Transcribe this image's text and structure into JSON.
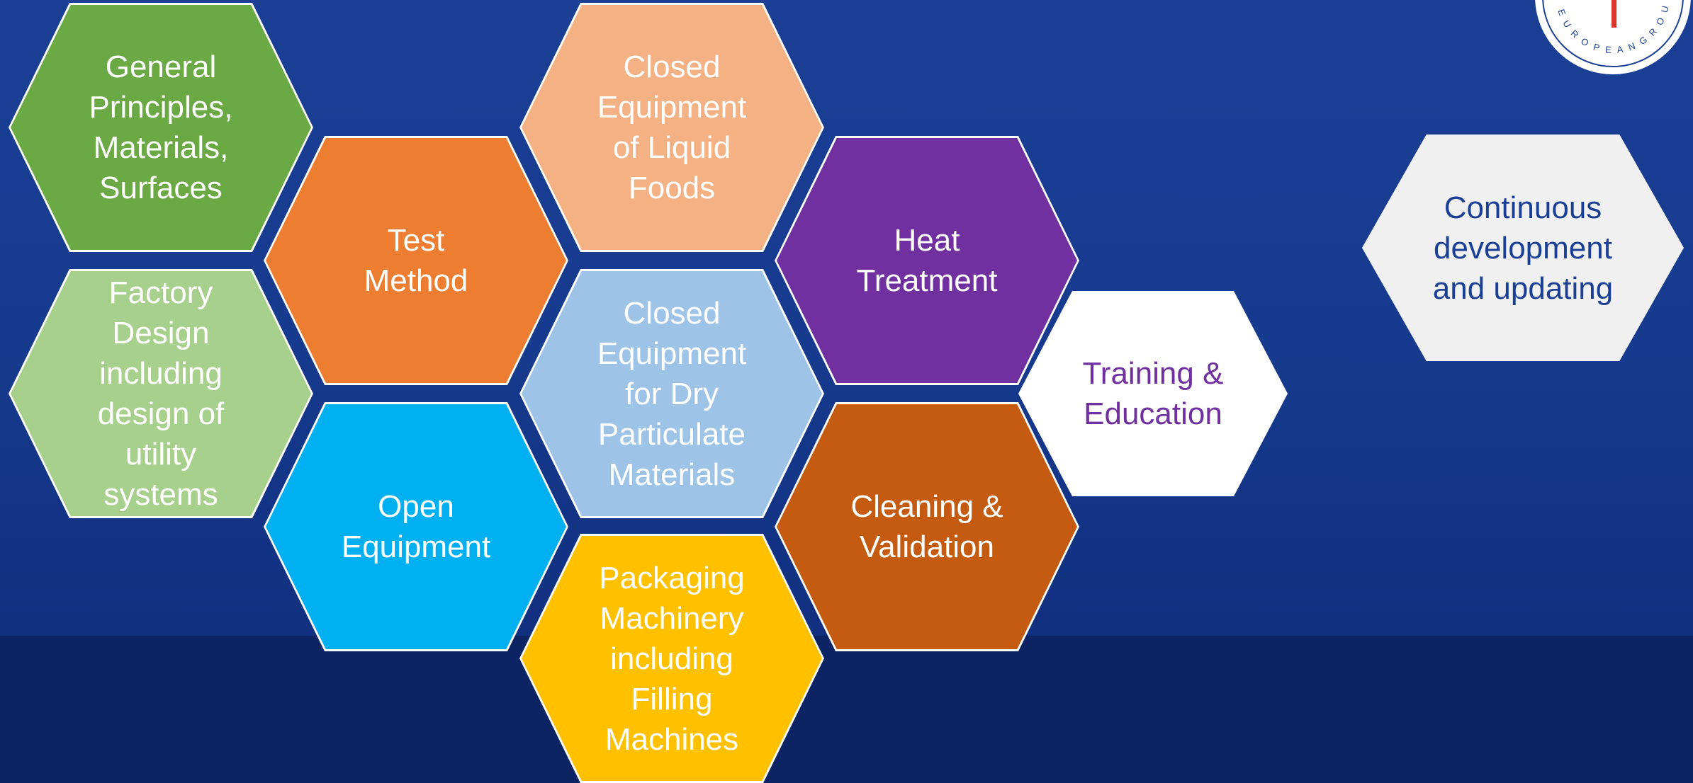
{
  "hexagons": [
    {
      "id": "general",
      "label": "General\nPrinciples,\nMaterials,\nSurfaces",
      "fill": "#6aa944",
      "text_color": "#ffffff"
    },
    {
      "id": "factory",
      "label": "Factory\nDesign\nincluding\ndesign of\nutility\nsystems",
      "fill": "#a8d08d",
      "text_color": "#ffffff"
    },
    {
      "id": "test",
      "label": "Test\nMethod",
      "fill": "#ed7d31",
      "text_color": "#ffffff"
    },
    {
      "id": "open",
      "label": "Open\nEquipment",
      "fill": "#00b0f0",
      "text_color": "#ffffff"
    },
    {
      "id": "closed_liquid",
      "label": "Closed\nEquipment\nof Liquid\nFoods",
      "fill": "#f4b183",
      "text_color": "#ffffff"
    },
    {
      "id": "closed_dry",
      "label": "Closed\nEquipment\nfor Dry\nParticulate\nMaterials",
      "fill": "#9dc3e6",
      "text_color": "#ffffff"
    },
    {
      "id": "packaging",
      "label": "Packaging\nMachinery\nincluding\nFilling\nMachines",
      "fill": "#ffc000",
      "text_color": "#ffffff"
    },
    {
      "id": "heat",
      "label": "Heat\nTreatment",
      "fill": "#7030a0",
      "text_color": "#ffffff"
    },
    {
      "id": "cleaning",
      "label": "Cleaning &\nValidation",
      "fill": "#c55a11",
      "text_color": "#ffffff"
    },
    {
      "id": "training",
      "label": "Training &\nEducation",
      "fill": "#ffffff",
      "text_color": "#7030a0"
    },
    {
      "id": "continuous",
      "label": "Continuous\ndevelopment\nand updating",
      "fill": "#f0f0f0",
      "text_color": "#1a3f95"
    }
  ],
  "logo": {
    "ring_text": "EUROPEAN GROUP",
    "accent": "#d9382e",
    "primary": "#1a3f95"
  }
}
